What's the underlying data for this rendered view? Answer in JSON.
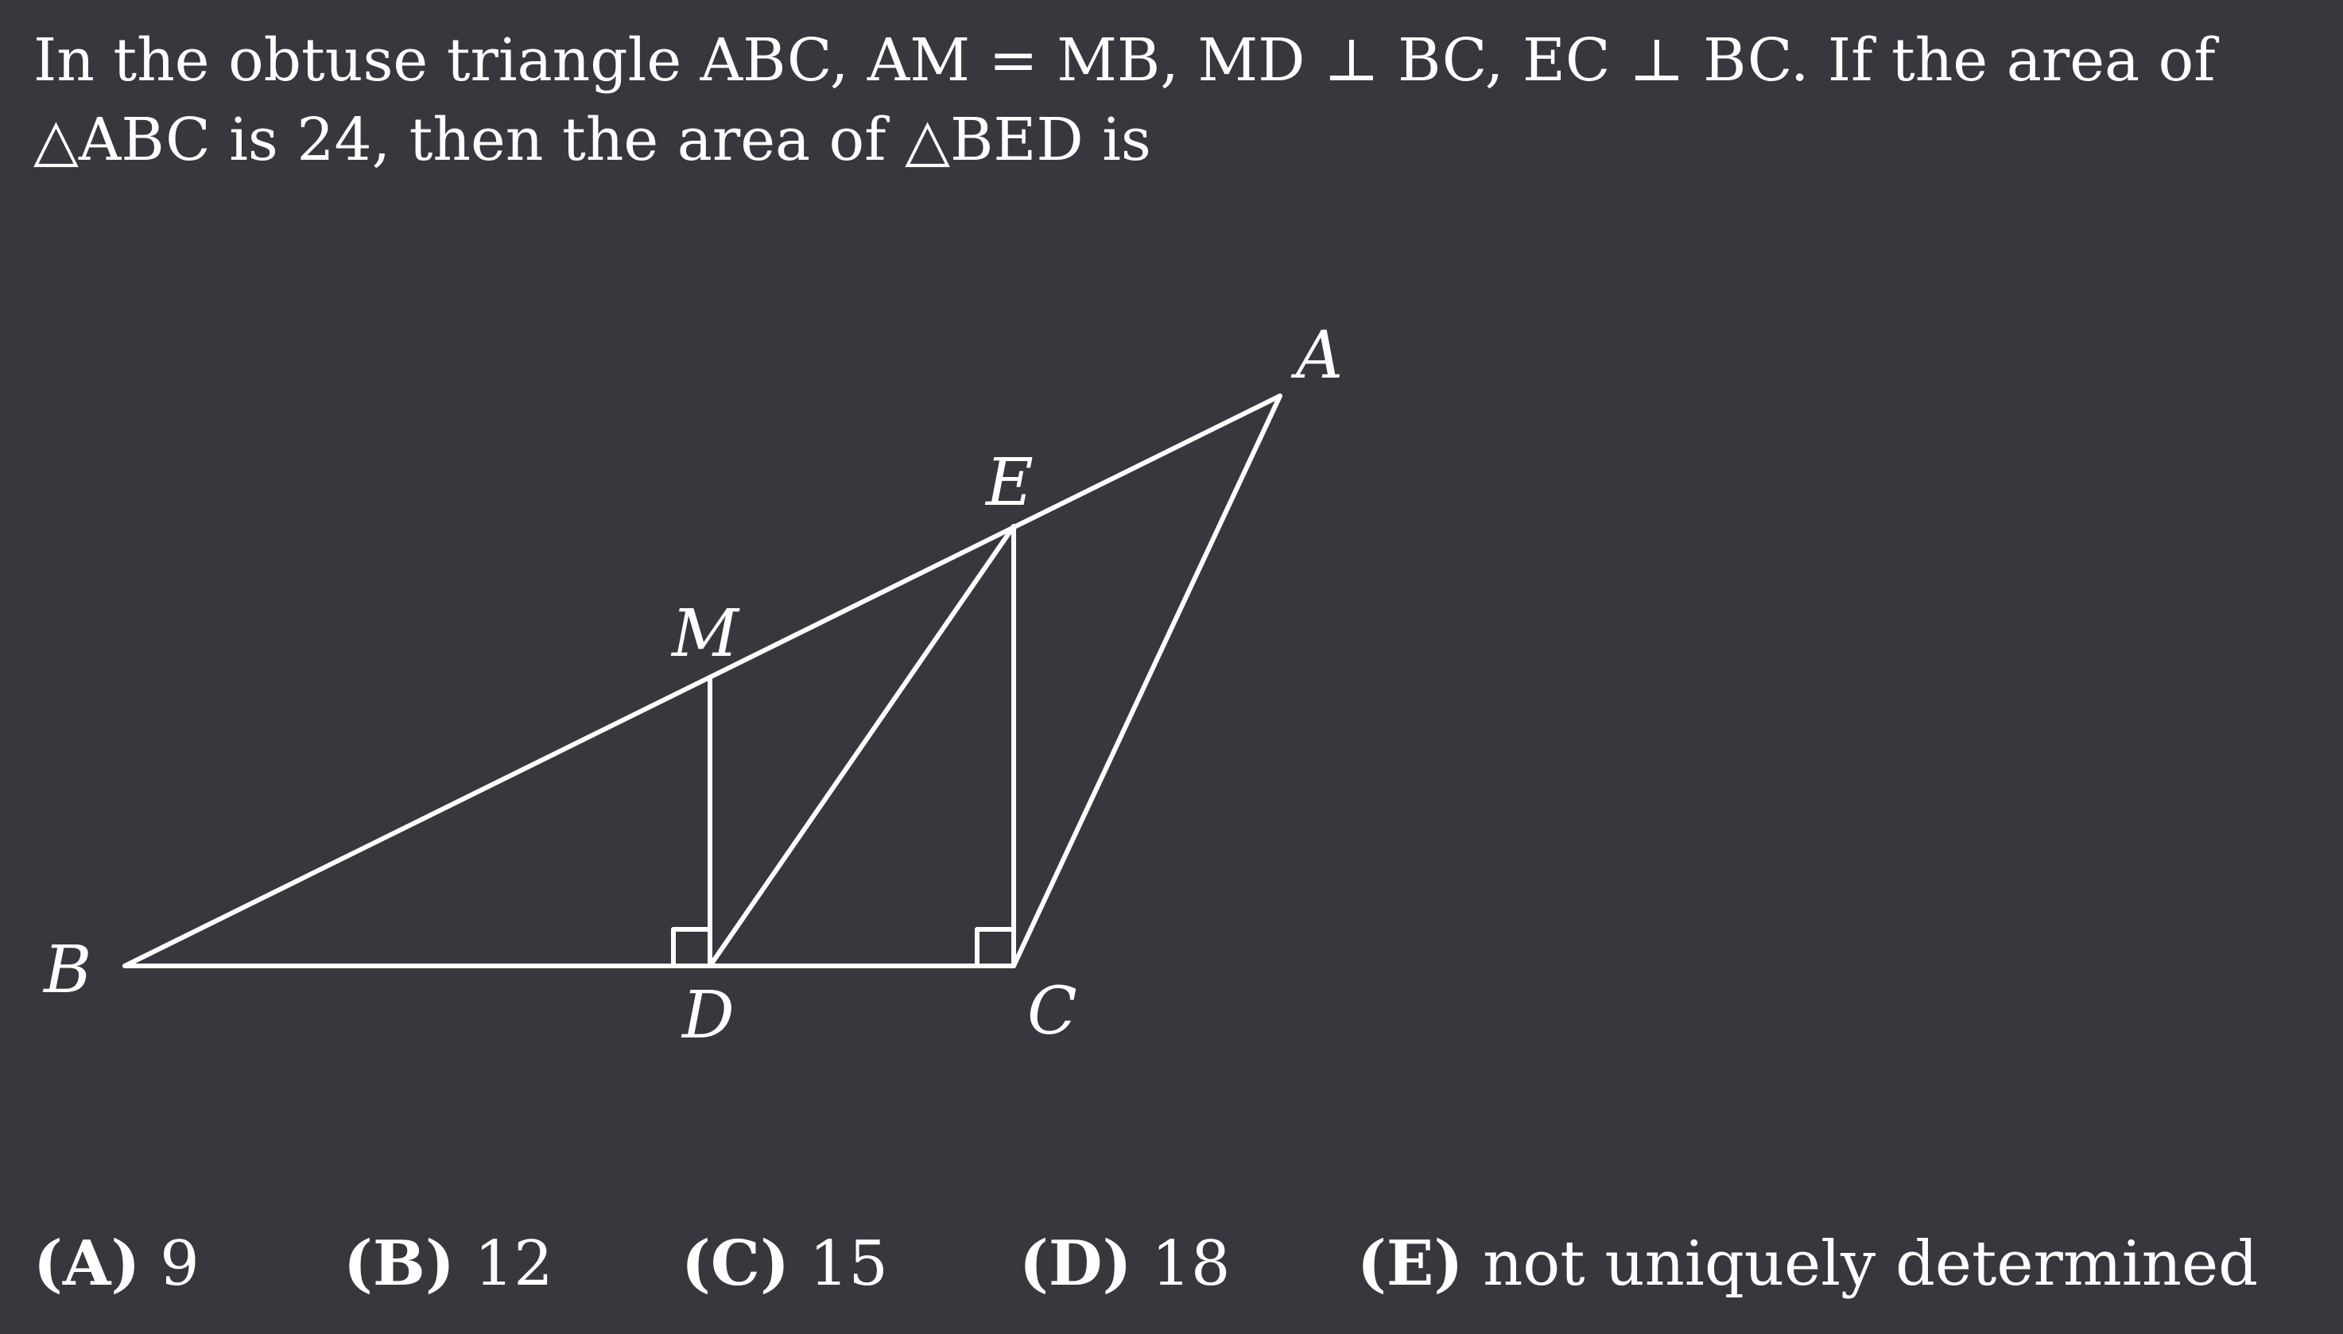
{
  "question": {
    "line1": "In the obtuse triangle ABC, AM = MB, MD ⊥ BC, EC ⊥ BC. If the area of",
    "line2": "△ABC is 24, then the area of △BED is"
  },
  "figure": {
    "labels": {
      "A": "A",
      "B": "B",
      "C": "C",
      "D": "D",
      "E": "E",
      "M": "M"
    }
  },
  "choices": [
    {
      "letter": "(A)",
      "text": "9"
    },
    {
      "letter": "(B)",
      "text": "12"
    },
    {
      "letter": "(C)",
      "text": "15"
    },
    {
      "letter": "(D)",
      "text": "18"
    },
    {
      "letter": "(E)",
      "text": "not uniquely determined"
    }
  ],
  "colors": {
    "background": "#36383d",
    "foreground": "#ffffff"
  }
}
